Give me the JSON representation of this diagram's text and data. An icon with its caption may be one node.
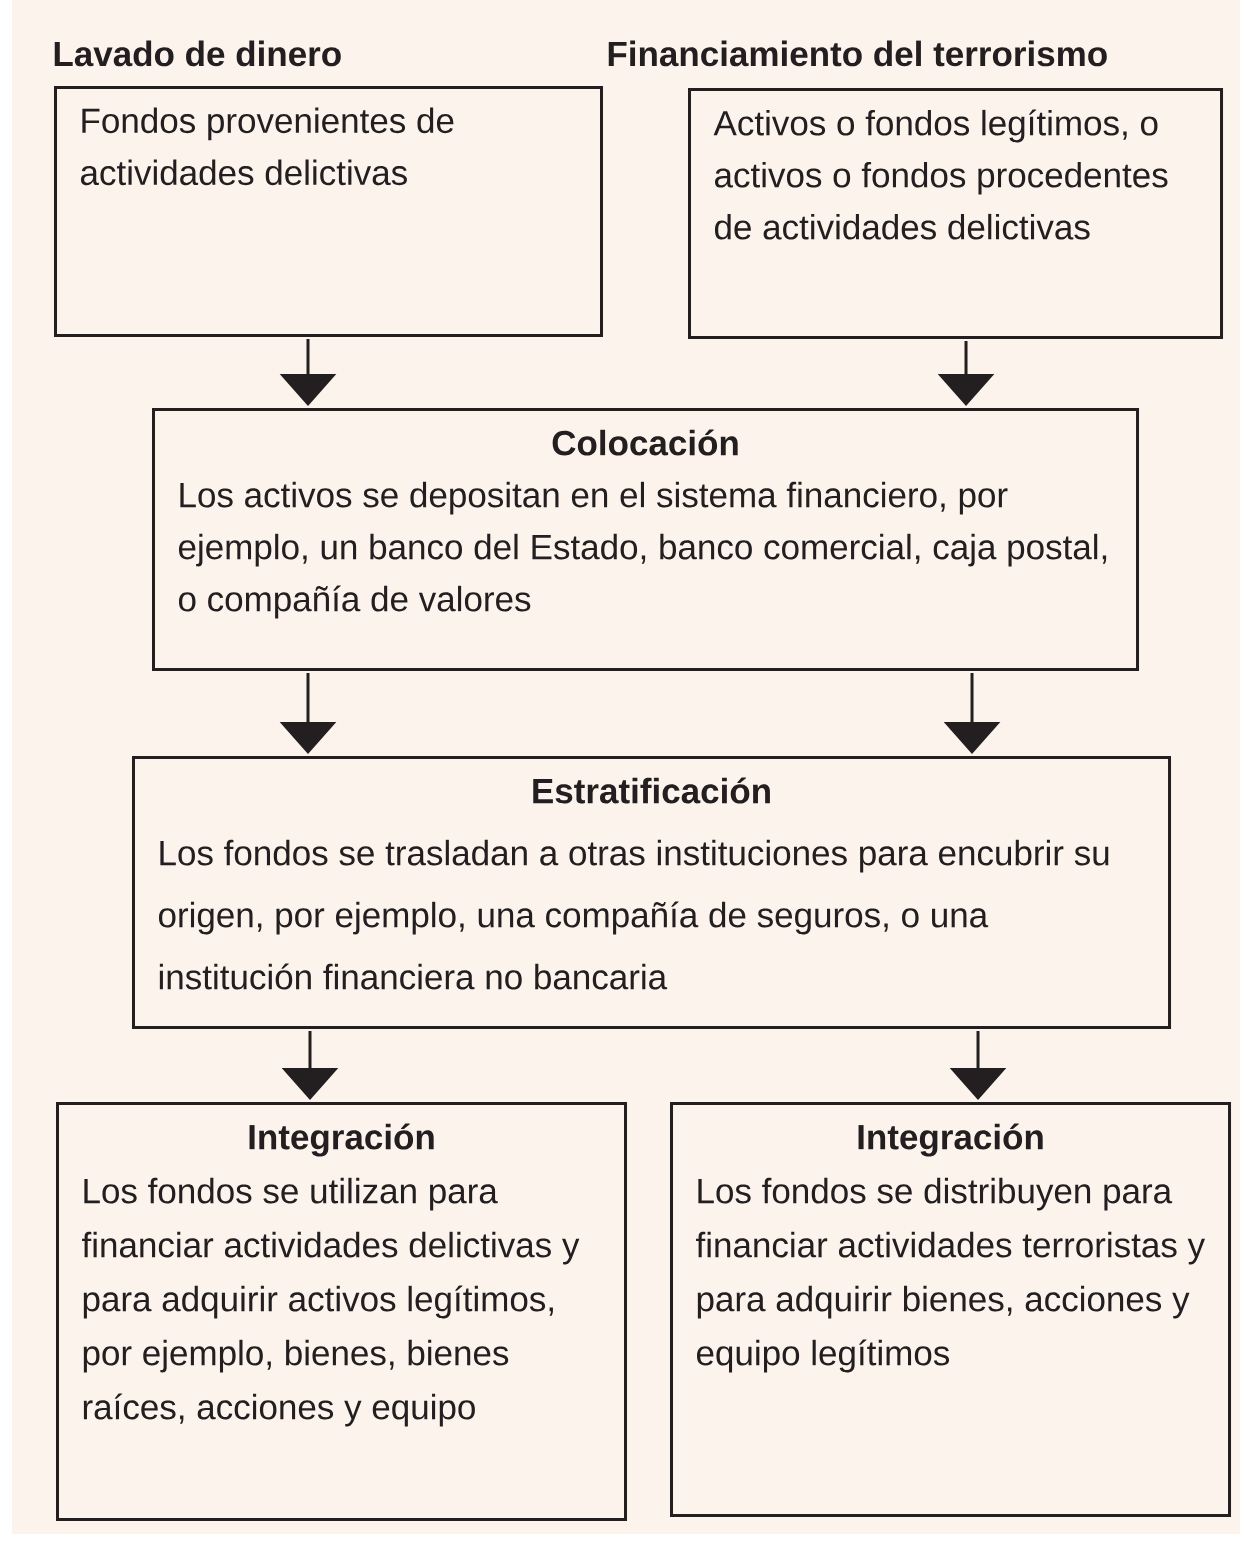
{
  "diagram": {
    "nodes": [
      {
        "text": [
          "Lavado de dinero",
          "Fondos provenientes de actividades delictivas"
        ]
      },
      {
        "text": [
          "Financiamiento del terrorismo",
          "Activos o fondos legítimos, o activos o fondos procedentes de actividades delictivas"
        ]
      },
      {
        "text": [
          "Colocación",
          "Los activos se depositan en el sistema financiero, por ejemplo, un banco del Estado, banco comercial, caja postal, o compañía de valores"
        ]
      },
      {
        "text": [
          "Estratificación",
          "Los fondos se trasladan a otras instituciones para encubrir su origen, por ejemplo, una compañía de seguros, o una institución financiera no bancaria"
        ]
      },
      {
        "text": [
          "Integración",
          "Los fondos se utilizan para financiar actividades delictivas y para adquirir activos legítimos, por ejemplo, bienes, bienes raíces, acciones y equipo"
        ]
      },
      {
        "text": [
          "Integración",
          "Los fondos se distribuyen para financiar actividades terroristas y para adquirir bienes, acciones y equipo legítimos"
        ]
      }
    ],
    "edges": [
      {
        "from": 0,
        "to": 2,
        "arrow": "to"
      },
      {
        "from": 1,
        "to": 2,
        "arrow": "to"
      },
      {
        "from": 2,
        "to": 3,
        "arrow": "to"
      },
      {
        "from": 2,
        "to": 3,
        "arrow": "to"
      },
      {
        "from": 3,
        "to": 4,
        "arrow": "to"
      },
      {
        "from": 3,
        "to": 5,
        "arrow": "to"
      }
    ]
  }
}
